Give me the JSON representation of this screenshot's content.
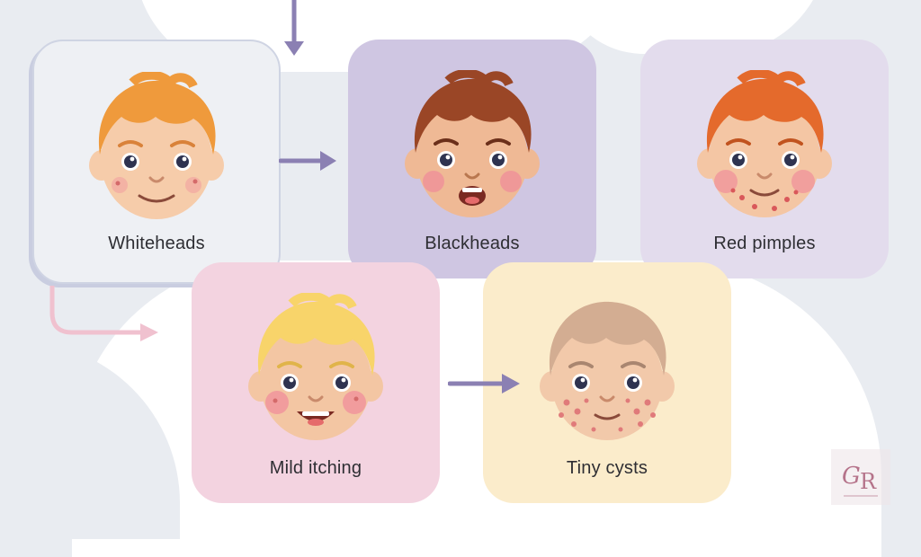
{
  "colors": {
    "background": "#e9ecf1",
    "arrow": "#8b80b3",
    "arrow_pink": "#f0c1cf",
    "card_whiteheads": "#eef0f4",
    "card_blackheads": "#cfc6e2",
    "card_red_pimples": "#e3dced",
    "card_mild_itching": "#f3d3e0",
    "card_tiny_cysts": "#fbeccb"
  },
  "stages": [
    {
      "label": "Whiteheads",
      "hair": "#ef9a3c",
      "skin": "#f6ccaa",
      "expression": "smile"
    },
    {
      "label": "Blackheads",
      "hair": "#9a4626",
      "skin": "#efb995",
      "expression": "open"
    },
    {
      "label": "Red pimples",
      "hair": "#e46a2c",
      "skin": "#f4c6a4",
      "expression": "smile-spots"
    },
    {
      "label": "Mild itching",
      "hair": "#f8d46a",
      "skin": "#f3c6a3",
      "expression": "grin"
    },
    {
      "label": "Tiny cysts",
      "hair": "#d3ad92",
      "skin": "#f2c9aa",
      "expression": "small-spots"
    }
  ],
  "watermark": {
    "text": "GR"
  }
}
